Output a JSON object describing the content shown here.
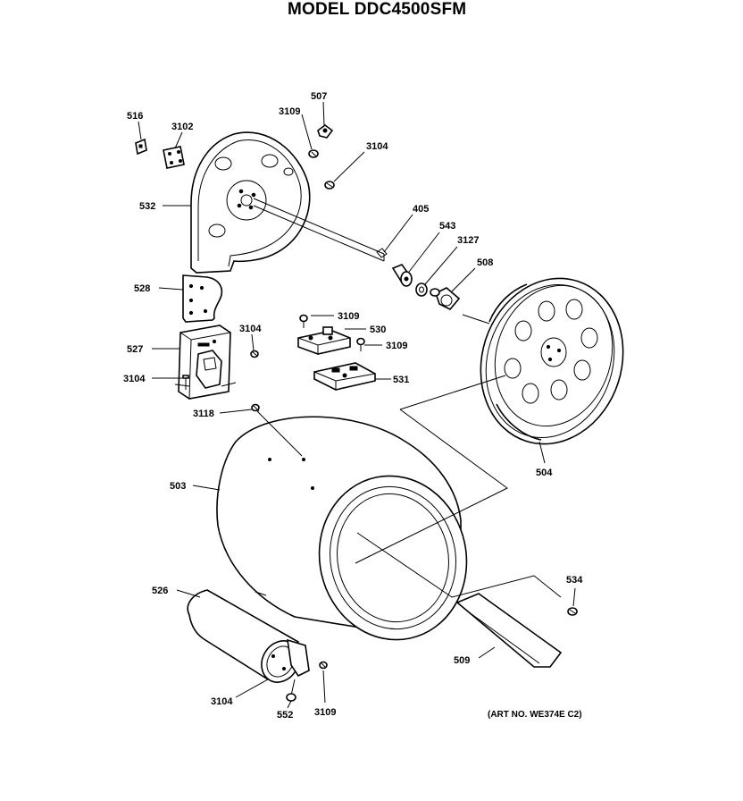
{
  "title": "MODEL DDC4500SFM",
  "art_number": "(ART NO. WE374E C2)",
  "callouts": {
    "c516": "516",
    "c3102": "3102",
    "c3109_top": "3109",
    "c507": "507",
    "c3104_top": "3104",
    "c532": "532",
    "c405": "405",
    "c543": "543",
    "c3127": "3127",
    "c508": "508",
    "c528": "528",
    "c3109_mid": "3109",
    "c530": "530",
    "c3109_right": "3109",
    "c3104_bracket": "3104",
    "c527": "527",
    "c3104_left": "3104",
    "c531": "531",
    "c3118": "3118",
    "c504": "504",
    "c503": "503",
    "c534": "534",
    "c526": "526",
    "c509": "509",
    "c3104_bottom": "3104",
    "c552": "552",
    "c3109_bottom": "3109"
  }
}
